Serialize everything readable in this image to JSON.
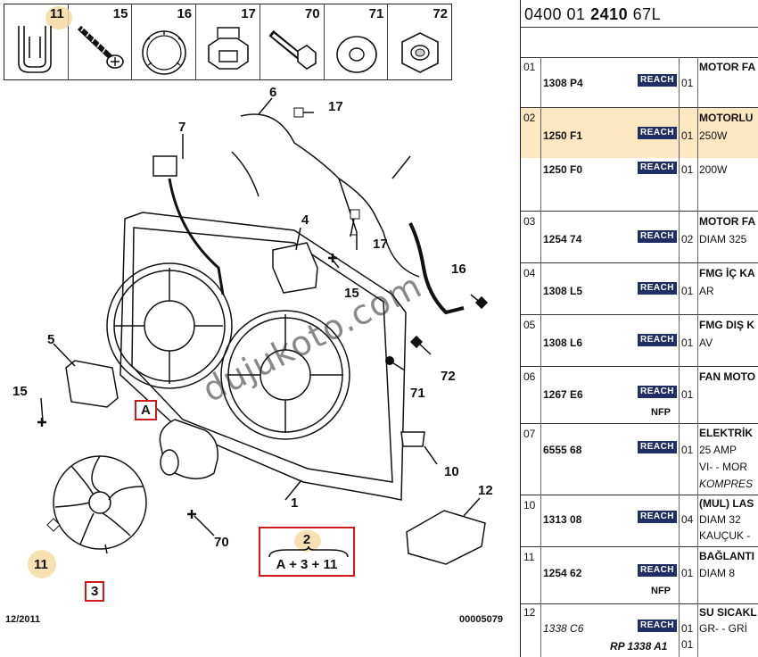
{
  "diagram": {
    "hardware_items": [
      {
        "num": "11",
        "icon": "spring-clip-icon"
      },
      {
        "num": "15",
        "icon": "screw-icon"
      },
      {
        "num": "16",
        "icon": "rubber-ring-icon"
      },
      {
        "num": "17",
        "icon": "bracket-clip-icon"
      },
      {
        "num": "70",
        "icon": "bolt-icon"
      },
      {
        "num": "71",
        "icon": "washer-icon"
      },
      {
        "num": "72",
        "icon": "lock-nut-icon"
      }
    ],
    "callouts": {
      "c1": "1",
      "c4": "4",
      "c5": "5",
      "c6": "6",
      "c7": "7",
      "c10": "10",
      "c11": "11",
      "c12": "12",
      "c15a": "15",
      "c15b": "15",
      "c16": "16",
      "c17a": "17",
      "c17b": "17",
      "c70": "70",
      "c71": "71",
      "c72": "72",
      "cA": "A",
      "c3": "3"
    },
    "assembly": {
      "num": "2",
      "formula": "A + 3 + 11"
    },
    "footer_date": "12/2011",
    "footer_ref": "00005079",
    "watermark": "dujukoto.com"
  },
  "parts_table": {
    "code_pre": "0400 01 ",
    "code_bold": "2410",
    "code_post": " 67L",
    "rows": [
      {
        "num": "01",
        "ref": "1308 P4",
        "reach": "REACH",
        "qty": "01",
        "desc": "MOTOR FA",
        "sub": []
      },
      {
        "num": "02",
        "ref": "1250 F1",
        "reach": "REACH",
        "qty": "01",
        "desc": "MOTORLU",
        "sub": [
          "250W"
        ],
        "highlight": true
      },
      {
        "num": "",
        "ref": "1250 F0",
        "reach": "REACH",
        "qty": "01",
        "desc": "",
        "sub": [
          "200W"
        ]
      },
      {
        "num": "03",
        "ref": "1254 74",
        "reach": "REACH",
        "qty": "02",
        "desc": "MOTOR FA",
        "sub": [
          "DIAM 325"
        ]
      },
      {
        "num": "04",
        "ref": "1308 L5",
        "reach": "REACH",
        "qty": "01",
        "desc": "FMG İÇ KA",
        "sub": [
          "AR"
        ]
      },
      {
        "num": "05",
        "ref": "1308 L6",
        "reach": "REACH",
        "qty": "01",
        "desc": "FMG DIŞ K",
        "sub": [
          "AV"
        ]
      },
      {
        "num": "06",
        "ref": "1267 E6",
        "reach": "REACH",
        "qty": "01",
        "desc": "FAN MOTO",
        "sub": [],
        "nfp": "NFP"
      },
      {
        "num": "07",
        "ref": "6555 68",
        "reach": "REACH",
        "qty": "01",
        "desc": "ELEKTRİK",
        "sub": [
          "25 AMP",
          "VI- - MOR",
          "KOMPRES"
        ]
      },
      {
        "num": "10",
        "ref": "1313 08",
        "reach": "REACH",
        "qty": "04",
        "desc": "(MUL) LAS",
        "sub": [
          "DIAM 32",
          "KAUÇUK -"
        ]
      },
      {
        "num": "11",
        "ref": "1254 62",
        "reach": "REACH",
        "qty": "01",
        "desc": "BAĞLANTI",
        "sub": [
          "DIAM 8"
        ],
        "nfp": "NFP"
      },
      {
        "num": "12",
        "ref": "1338 C6",
        "reach": "REACH",
        "qty": "01",
        "desc": "SU SICAKL",
        "sub": [
          "GR- - GRİ"
        ],
        "rp": "RP 1338 A1",
        "qty2": "01"
      }
    ]
  },
  "colors": {
    "highlight": "#fde7c3",
    "reach_badge": "#1f2f66",
    "callout_box": "#d01919",
    "circle_highlight": "#f5d9a0"
  }
}
